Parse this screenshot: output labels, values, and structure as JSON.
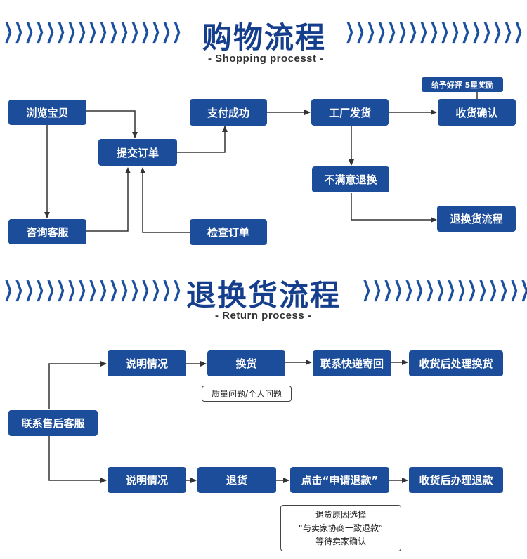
{
  "shopping": {
    "title": "购物流程",
    "subtitle": "- Shopping processt -",
    "nodes": {
      "browse": "浏览宝贝",
      "submit_order": "提交订单",
      "pay_success": "支付成功",
      "factory_ship": "工厂发货",
      "receive_confirm": "收货确认",
      "good_review": "给予好评 5星奖励",
      "unsatisfied_return": "不满意退换",
      "return_flow": "退换货流程",
      "consult_service": "咨询客服",
      "check_order": "检查订单"
    }
  },
  "returns": {
    "title": "退换货流程",
    "subtitle": "- Return process -",
    "nodes": {
      "contact_service": "联系售后客服",
      "explain_top": "说明情况",
      "exchange": "换货",
      "contact_courier": "联系快递寄回",
      "after_receipt_exchange": "收货后处理换货",
      "quality_note": "质量问题/个人问题",
      "explain_bottom": "说明情况",
      "refund": "退货",
      "click_apply": "点击“申请退款”",
      "after_receipt_refund": "收货后办理退款",
      "refund_note_line1": "退货原因选择",
      "refund_note_line2": "“与卖家协商一致退款”",
      "refund_note_line3": "等待卖家确认"
    }
  },
  "colors": {
    "box": "#1c4d9a",
    "title": "#153f8c",
    "chevron": "#1b4fa0",
    "line": "#333333"
  }
}
